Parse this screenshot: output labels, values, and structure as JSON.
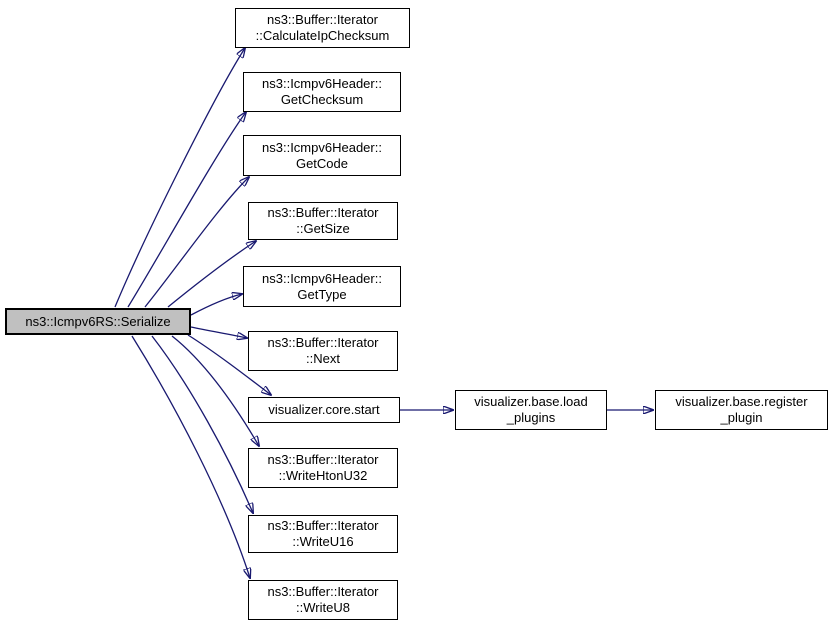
{
  "graph": {
    "type": "call-graph",
    "colors": {
      "edge": "#191970",
      "node_fill": "#ffffff",
      "node_border": "#000000",
      "highlight_fill": "#c0c0c0"
    },
    "nodes": [
      {
        "id": "serialize",
        "line1": "ns3::Icmpv6RS::Serialize",
        "highlighted": true
      },
      {
        "id": "calculate-ip-checksum",
        "line1": "ns3::Buffer::Iterator",
        "line2": "::CalculateIpChecksum"
      },
      {
        "id": "get-checksum",
        "line1": "ns3::Icmpv6Header::",
        "line2": "GetChecksum"
      },
      {
        "id": "get-code",
        "line1": "ns3::Icmpv6Header::",
        "line2": "GetCode"
      },
      {
        "id": "get-size",
        "line1": "ns3::Buffer::Iterator",
        "line2": "::GetSize"
      },
      {
        "id": "get-type",
        "line1": "ns3::Icmpv6Header::",
        "line2": "GetType"
      },
      {
        "id": "next",
        "line1": "ns3::Buffer::Iterator",
        "line2": "::Next"
      },
      {
        "id": "core-start",
        "line1": "visualizer.core.start"
      },
      {
        "id": "write-hton-u32",
        "line1": "ns3::Buffer::Iterator",
        "line2": "::WriteHtonU32"
      },
      {
        "id": "write-u16",
        "line1": "ns3::Buffer::Iterator",
        "line2": "::WriteU16"
      },
      {
        "id": "write-u8",
        "line1": "ns3::Buffer::Iterator",
        "line2": "::WriteU8"
      },
      {
        "id": "load-plugins",
        "line1": "visualizer.base.load",
        "line2": "_plugins"
      },
      {
        "id": "register-plugin",
        "line1": "visualizer.base.register",
        "line2": "_plugin"
      }
    ],
    "edges": [
      {
        "from": "serialize",
        "to": "calculate-ip-checksum"
      },
      {
        "from": "serialize",
        "to": "get-checksum"
      },
      {
        "from": "serialize",
        "to": "get-code"
      },
      {
        "from": "serialize",
        "to": "get-size"
      },
      {
        "from": "serialize",
        "to": "get-type"
      },
      {
        "from": "serialize",
        "to": "next"
      },
      {
        "from": "serialize",
        "to": "core-start"
      },
      {
        "from": "serialize",
        "to": "write-hton-u32"
      },
      {
        "from": "serialize",
        "to": "write-u16"
      },
      {
        "from": "serialize",
        "to": "write-u8"
      },
      {
        "from": "core-start",
        "to": "load-plugins"
      },
      {
        "from": "load-plugins",
        "to": "register-plugin"
      }
    ]
  }
}
